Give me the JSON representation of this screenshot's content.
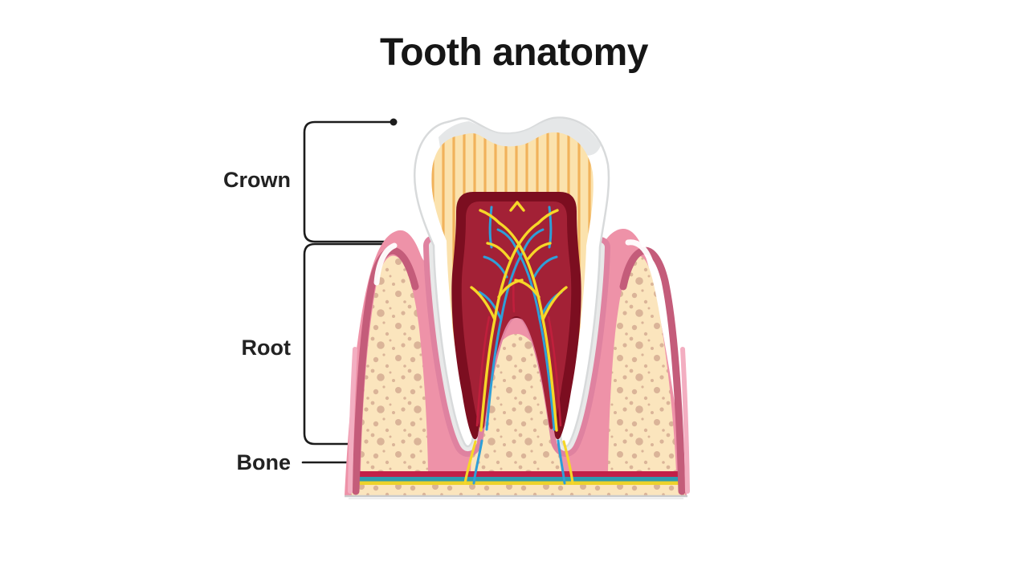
{
  "title": "Tooth anatomy",
  "labels": {
    "crown": "Crown",
    "root": "Root",
    "bone": "Bone"
  },
  "annotations": [
    {
      "label": "Crown",
      "style": "bracket-with-end-dots",
      "points_to": "upper third of tooth (enamel crown) from top edge down to gum line"
    },
    {
      "label": "Root",
      "style": "bracket-with-end-dots",
      "points_to": "from gum peak down to bone level around tooth roots"
    },
    {
      "label": "Bone",
      "style": "straight-pointer-line",
      "points_to": "spongy bone tissue between the roots"
    }
  ],
  "palette": {
    "background": "#FFFFFF",
    "text": "#1C1C1C",
    "pointer_line": "#1C1C1C",
    "enamel_white": "#FFFFFF",
    "enamel_shadow_gray": "#E2E4E6",
    "enamel_outline": "#D8DADB",
    "dentin_cream": "#FBE2AD",
    "dentin_stripe_orange": "#F0AD52",
    "pulp_dark_maroon": "#7C0E20",
    "pulp_crimson": "#A32136",
    "nerve_yellow": "#F6D728",
    "vein_blue": "#2E9FD8",
    "artery_red": "#C01F3C",
    "gum_pink": "#EE92A8",
    "gum_dark_rose": "#C45C7A",
    "gum_light_pink": "#F3AEC1",
    "ligament_pink": "#DF82A0",
    "periodontal_gray": "#E8E9E9",
    "bone_beige": "#FBE5BD",
    "bone_speckle": "#D2A88F",
    "vessel_stripe_red": "#C12048",
    "vessel_stripe_teal": "#2E9BB1",
    "vessel_stripe_yellow": "#EDD22B"
  }
}
